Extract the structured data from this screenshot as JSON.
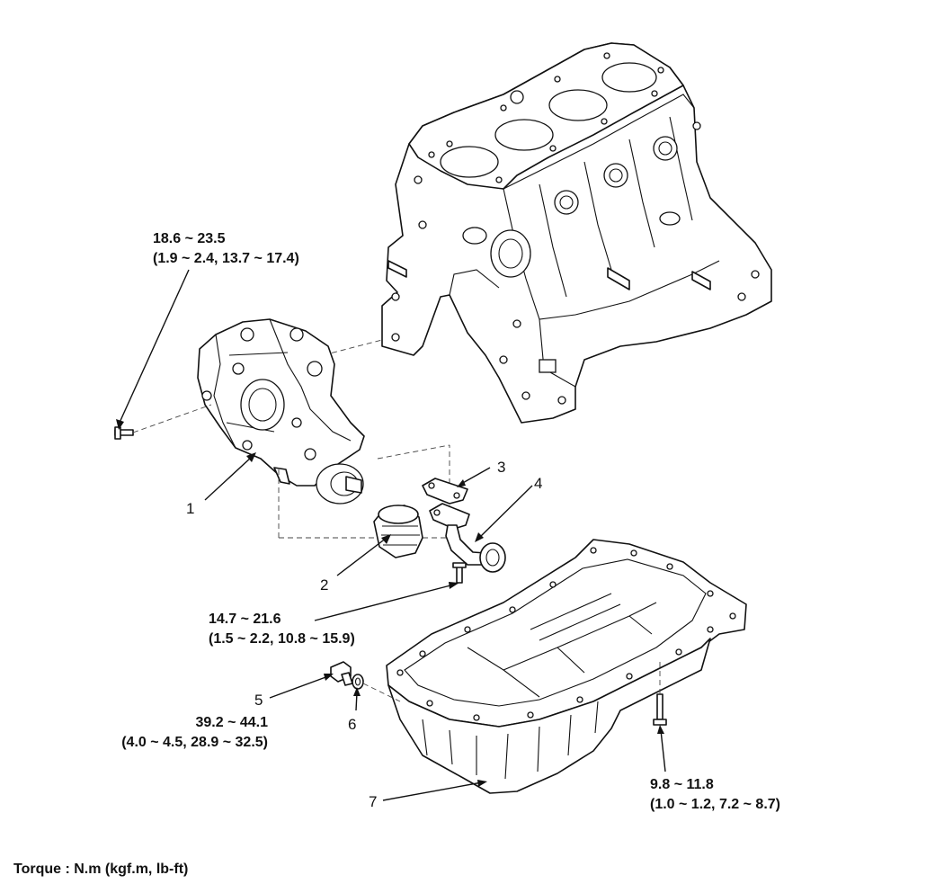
{
  "callouts": [
    {
      "id": 1,
      "label": "1"
    },
    {
      "id": 2,
      "label": "2"
    },
    {
      "id": 3,
      "label": "3"
    },
    {
      "id": 4,
      "label": "4"
    },
    {
      "id": 5,
      "label": "5"
    },
    {
      "id": 6,
      "label": "6"
    },
    {
      "id": 7,
      "label": "7"
    }
  ],
  "torques": {
    "pump_bolt": {
      "line1": "18.6 ~ 23.5",
      "line2": "(1.9 ~ 2.4, 13.7 ~ 17.4)"
    },
    "screen_bolt": {
      "line1": "14.7 ~ 21.6",
      "line2": "(1.5 ~ 2.2, 10.8 ~ 15.9)"
    },
    "drain_plug": {
      "line1": "39.2 ~ 44.1",
      "line2": "(4.0 ~ 4.5, 28.9 ~ 32.5)"
    },
    "pan_bolt": {
      "line1": "9.8 ~ 11.8",
      "line2": "(1.0 ~ 1.2, 7.2 ~ 8.7)"
    }
  },
  "footer": {
    "torque_unit": "Torque : N.m (kgf.m, lb-ft)"
  }
}
